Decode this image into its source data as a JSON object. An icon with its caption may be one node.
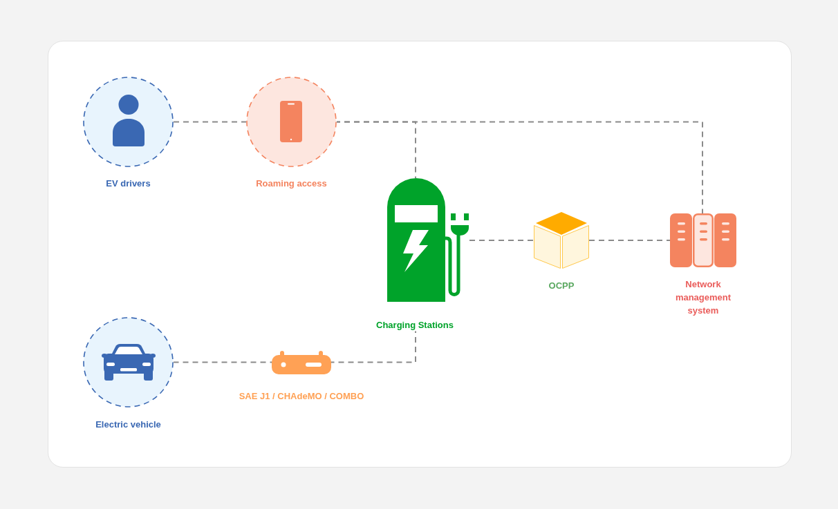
{
  "diagram": {
    "nodes": [
      {
        "text": [
          "EV drivers"
        ]
      },
      {
        "text": [
          "Roaming access"
        ]
      },
      {
        "text": [
          "Charging Stations"
        ]
      },
      {
        "text": [
          "OCPP"
        ]
      },
      {
        "text": [
          "Network management system"
        ]
      },
      {
        "text": [
          "Electric vehicle"
        ]
      },
      {
        "text": [
          "SAE J1 / CHAdeMO / COMBO"
        ]
      }
    ],
    "edges": [
      {
        "from": 0,
        "to": 1,
        "arrow": "none",
        "style": "dashed"
      },
      {
        "from": 1,
        "to": 2,
        "arrow": "none",
        "style": "dashed"
      },
      {
        "from": 1,
        "to": 4,
        "arrow": "none",
        "style": "dashed"
      },
      {
        "from": 2,
        "to": 3,
        "arrow": "none",
        "style": "dashed"
      },
      {
        "from": 3,
        "to": 4,
        "arrow": "none",
        "style": "dashed"
      },
      {
        "from": 5,
        "to": 6,
        "arrow": "none",
        "style": "dashed"
      },
      {
        "from": 6,
        "to": 2,
        "arrow": "none",
        "style": "dashed"
      }
    ]
  }
}
